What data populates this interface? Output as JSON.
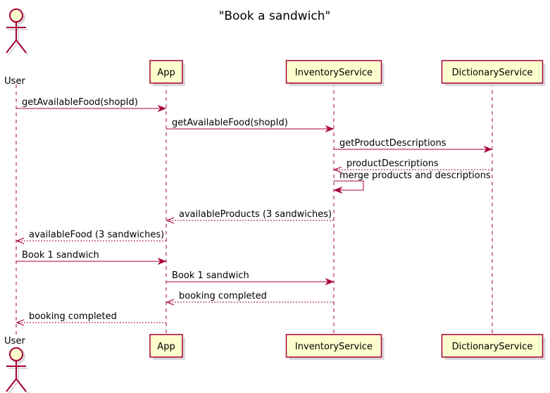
{
  "diagram": {
    "title": "\"Book a sandwich\"",
    "colors": {
      "line": "#a80036",
      "box_fill": "#fefece",
      "box_stroke": "#a80036",
      "shadow": "#d9d9d9"
    },
    "participants": [
      {
        "id": "user",
        "label": "User",
        "kind": "actor"
      },
      {
        "id": "app",
        "label": "App",
        "kind": "participant"
      },
      {
        "id": "inv",
        "label": "InventoryService",
        "kind": "participant"
      },
      {
        "id": "dict",
        "label": "DictionaryService",
        "kind": "participant"
      }
    ],
    "messages": [
      {
        "from": "user",
        "to": "app",
        "text": "getAvailableFood(shopId)",
        "style": "solid"
      },
      {
        "from": "app",
        "to": "inv",
        "text": "getAvailableFood(shopId)",
        "style": "solid"
      },
      {
        "from": "inv",
        "to": "dict",
        "text": "getProductDescriptions",
        "style": "solid"
      },
      {
        "from": "dict",
        "to": "inv",
        "text": "productDescriptions",
        "style": "dashed"
      },
      {
        "from": "inv",
        "to": "inv",
        "text": "merge products and descriptions",
        "style": "solid"
      },
      {
        "from": "inv",
        "to": "app",
        "text": "availableProducts (3 sandwiches)",
        "style": "dashed"
      },
      {
        "from": "app",
        "to": "user",
        "text": "availableFood (3 sandwiches)",
        "style": "dashed"
      },
      {
        "from": "user",
        "to": "app",
        "text": "Book 1 sandwich",
        "style": "solid"
      },
      {
        "from": "app",
        "to": "inv",
        "text": "Book 1 sandwich",
        "style": "solid"
      },
      {
        "from": "inv",
        "to": "app",
        "text": "booking completed",
        "style": "dashed"
      },
      {
        "from": "app",
        "to": "user",
        "text": "booking completed",
        "style": "dashed"
      }
    ]
  }
}
